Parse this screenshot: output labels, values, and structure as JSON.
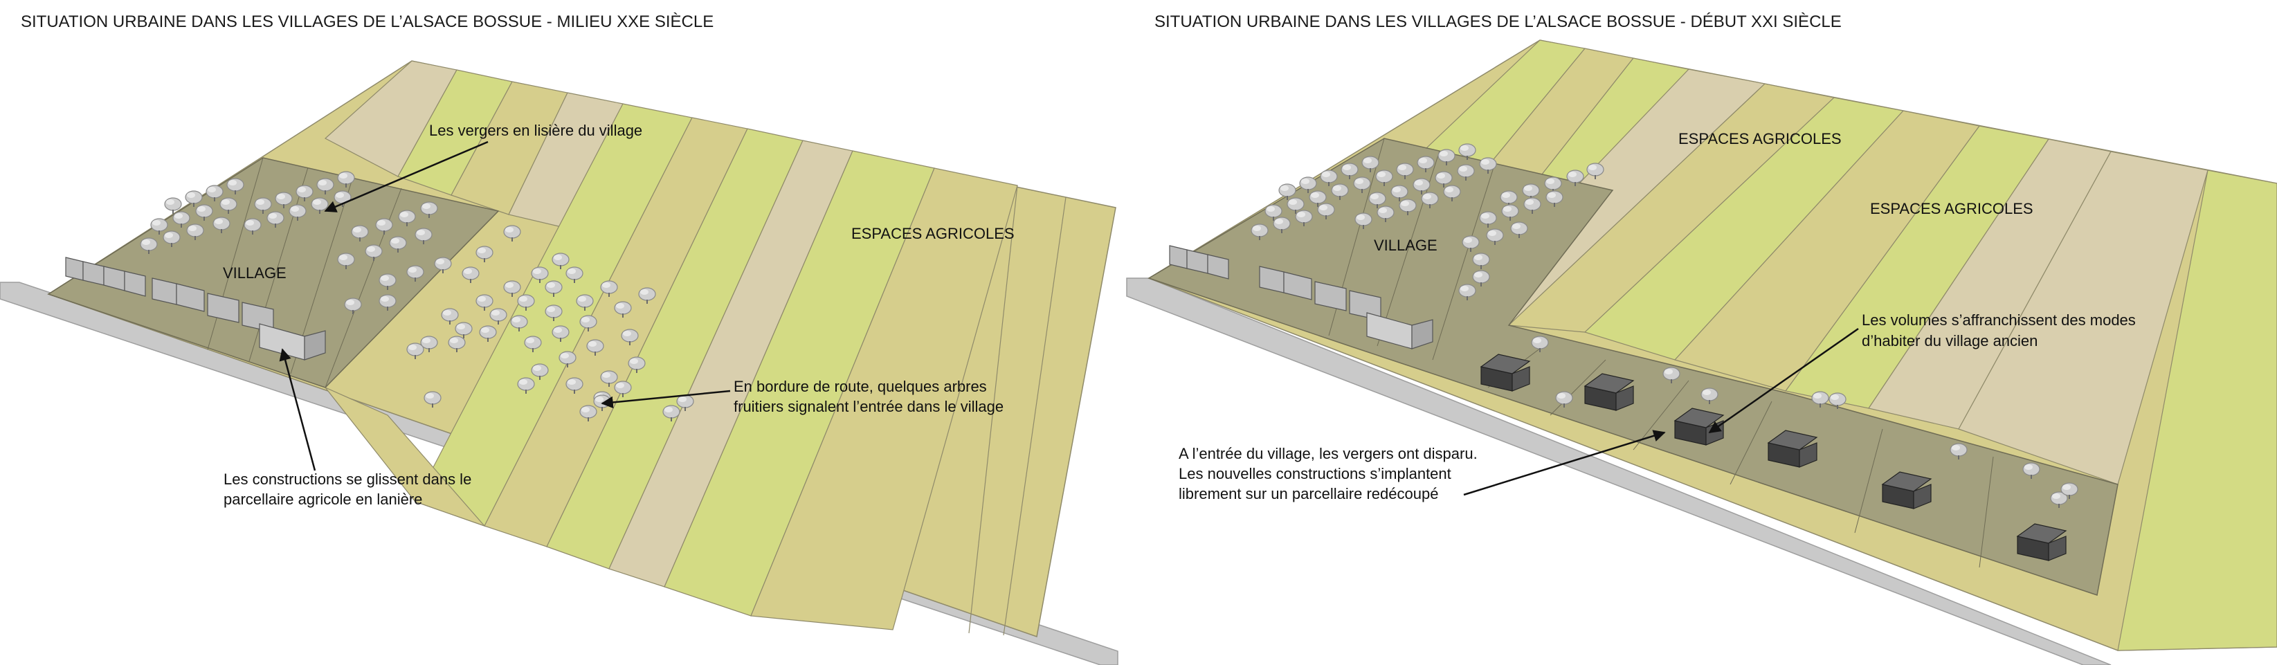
{
  "left_panel": {
    "title": "SITUATION URBAINE DANS LES VILLAGES DE L’ALSACE BOSSUE - MILIEU XXE SIÈCLE",
    "label_orchards": "Les vergers en lisière du village",
    "label_village": "VILLAGE",
    "label_fields": "ESPACES AGRICOLES",
    "roadside_trees": [
      "En bordure de route, quelques arbres",
      "fruitiers signalent l’entrée dans le village"
    ],
    "constructions": [
      "Les constructions se glissent dans le",
      "parcellaire agricole en lanière"
    ]
  },
  "right_panel": {
    "title": "SITUATION URBAINE DANS LES VILLAGES DE L’ALSACE BOSSUE - DÉBUT XXI SIÈCLE",
    "label_village": "VILLAGE",
    "label_fields_1": "ESPACES AGRICOLES",
    "label_fields_2": "ESPACES AGRICOLES",
    "volumes": [
      "Les volumes s’affranchissent des modes",
      "d’habiter du village ancien"
    ],
    "entry": [
      "A l’entrée du village, les vergers ont disparu.",
      "Les nouvelles constructions s’implantent",
      "librement sur un parcellaire redécoupé"
    ]
  },
  "colors": {
    "road": "#c8c8c8",
    "village_ground": "#a3a07e",
    "field_tan": "#d9cfae",
    "field_ochre": "#d6ce8c",
    "field_lime": "#d3db84",
    "new_house": "#3e3e3e"
  }
}
